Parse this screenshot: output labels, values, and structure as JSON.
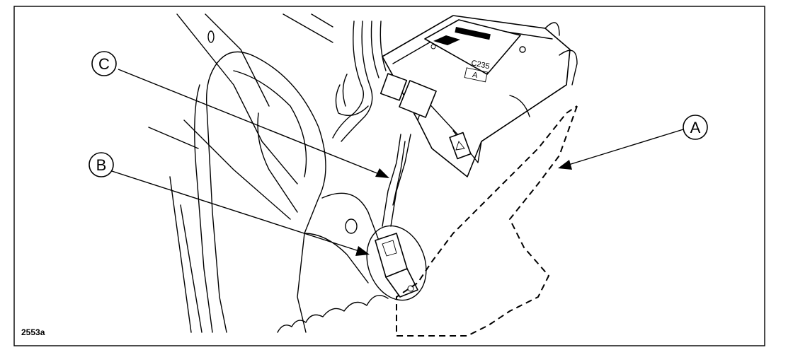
{
  "figure_id": "2553a",
  "callouts": {
    "a": "A",
    "b": "B",
    "c": "C"
  },
  "module_tag": {
    "connector": "C235",
    "sub_label": "A"
  },
  "colors": {
    "line": "#000000",
    "background": "#ffffff"
  }
}
